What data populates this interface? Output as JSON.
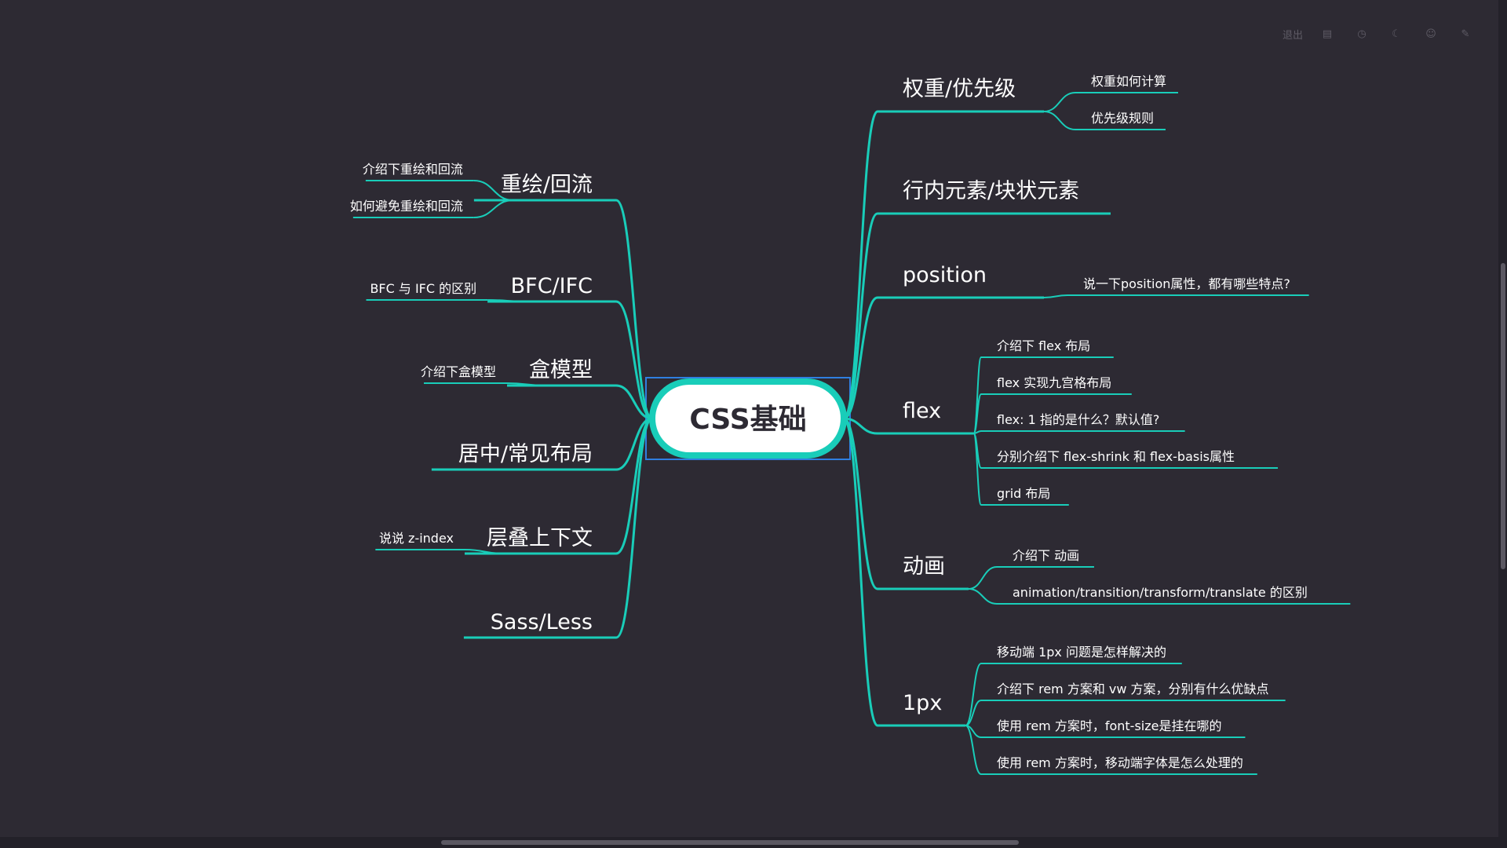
{
  "colors": {
    "background": "#2d2a33",
    "branch": "#19cdb9",
    "root_outline": "#19cdb9",
    "root_fill": "#ffffff",
    "selection": "#2f7fe0",
    "text": "#ffffff"
  },
  "toolbar": {
    "buttons": [
      {
        "name": "exit-button",
        "label": "退出",
        "icon": ""
      },
      {
        "name": "outline-button",
        "label": "",
        "icon": "▤"
      },
      {
        "name": "history-button",
        "label": "",
        "icon": "◷"
      },
      {
        "name": "theme-button",
        "label": "",
        "icon": "☾"
      },
      {
        "name": "emoji-button",
        "label": "",
        "icon": "☺"
      },
      {
        "name": "pin-button",
        "label": "",
        "icon": "✎"
      }
    ]
  },
  "mindmap": {
    "root": "CSS基础",
    "left_topics": [
      {
        "label": "重绘/回流",
        "children": [
          "介绍下重绘和回流",
          "如何避免重绘和回流"
        ]
      },
      {
        "label": "BFC/IFC",
        "children": [
          "BFC 与 IFC 的区别"
        ]
      },
      {
        "label": "盒模型",
        "children": [
          "介绍下盒模型"
        ]
      },
      {
        "label": "居中/常见布局",
        "children": []
      },
      {
        "label": "层叠上下文",
        "children": [
          "说说 z-index"
        ]
      },
      {
        "label": "Sass/Less",
        "children": []
      }
    ],
    "right_topics": [
      {
        "label": "权重/优先级",
        "children": [
          "权重如何计算",
          "优先级规则"
        ]
      },
      {
        "label": "行内元素/块状元素",
        "children": []
      },
      {
        "label": "position",
        "children": [
          "说一下position属性，都有哪些特点?"
        ]
      },
      {
        "label": "flex",
        "children": [
          "介绍下 flex 布局",
          "flex 实现九宫格布局",
          "flex: 1 指的是什么？默认值?",
          "分别介绍下 flex-shrink 和 flex-basis属性",
          "grid 布局"
        ]
      },
      {
        "label": "动画",
        "children": [
          "介绍下 动画",
          "animation/transition/transform/translate 的区别"
        ]
      },
      {
        "label": "1px",
        "children": [
          "移动端 1px 问题是怎样解决的",
          "介绍下 rem 方案和 vw 方案，分别有什么优缺点",
          "使用 rem 方案时，font-size是挂在哪的",
          "使用 rem 方案时，移动端字体是怎么处理的"
        ]
      }
    ]
  }
}
